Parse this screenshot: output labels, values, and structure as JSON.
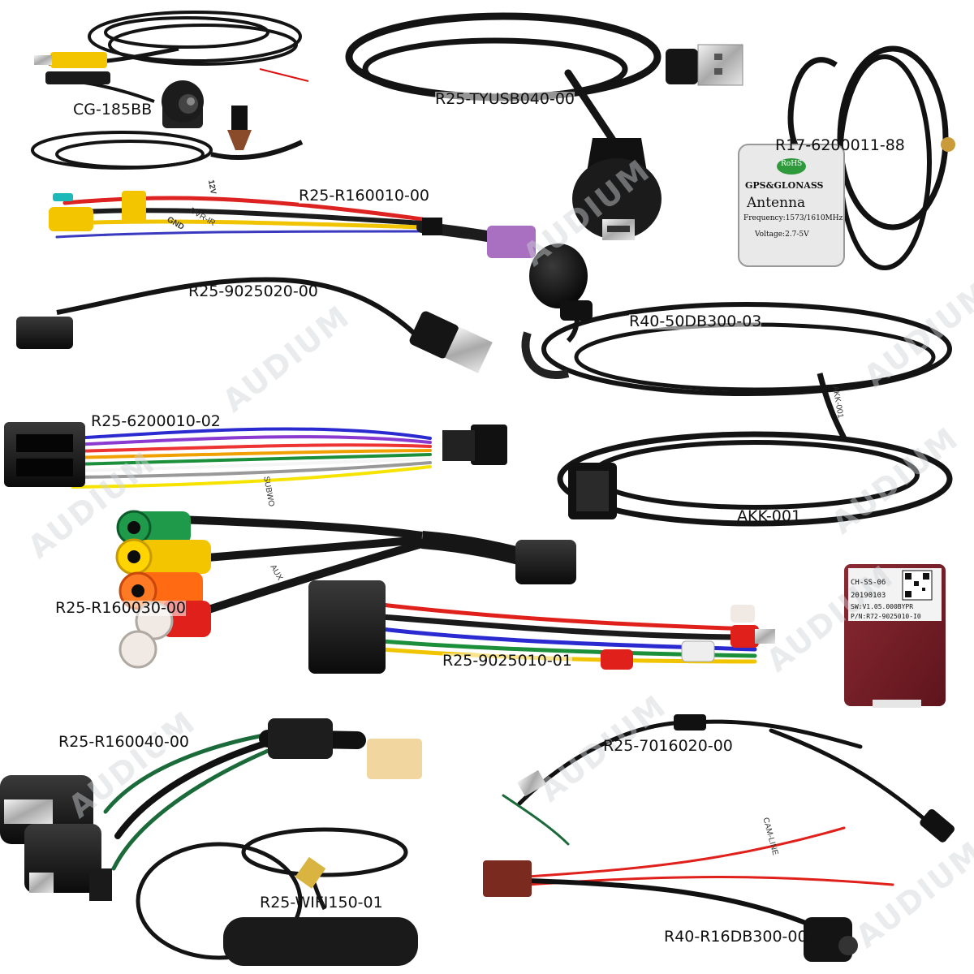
{
  "labels": {
    "cg185bb": "CG-185BB",
    "tyusb": "R25-TYUSB040-00",
    "gps": "R17-6200011-88",
    "r160010": "R25-R160010-00",
    "r9025020": "R25-9025020-00",
    "r50db": "R40-50DB300-03",
    "r6200010": "R25-6200010-02",
    "akk": "AKK-001",
    "r160030": "R25-R160030-00",
    "r9025010": "R25-9025010-01",
    "r160040": "R25-R160040-00",
    "r7016": "R25-7016020-00",
    "wifi": "R25-WIFI150-01",
    "r16db": "R40-R16DB300-00"
  },
  "antenna": {
    "rohs": "RoHS",
    "brand": "GPS&GLONASS",
    "name": "Antenna",
    "frequency": "Frequency:1573/1610MHz",
    "voltage": "Voltage:2.7-5V"
  },
  "canbox": {
    "model": "CH-SS-06",
    "date": "20190103",
    "sw": "SW:V1.05.000BYPR",
    "pn": "P/N:R72-9025010-I0"
  },
  "tags": {
    "gnd": "GND",
    "dvr_ir": "DVR-IR",
    "v12": "12V",
    "akk_tag": "AKK-001",
    "subwoofer": "SUBWO",
    "aux": "AUX",
    "cam_line": "CAM-LINE"
  },
  "watermark": "AUDIUM",
  "colors": {
    "cable": "#141414",
    "rca_yellow": "#f2c500",
    "rca_red": "#e0201b",
    "rca_white": "#e9e6e1",
    "rca_green": "#1f9a4a",
    "rca_orange": "#ff6a12",
    "canbox": "#7a1f28",
    "purple_plug": "#a96fc0",
    "beige_plug": "#f1d6a0"
  }
}
